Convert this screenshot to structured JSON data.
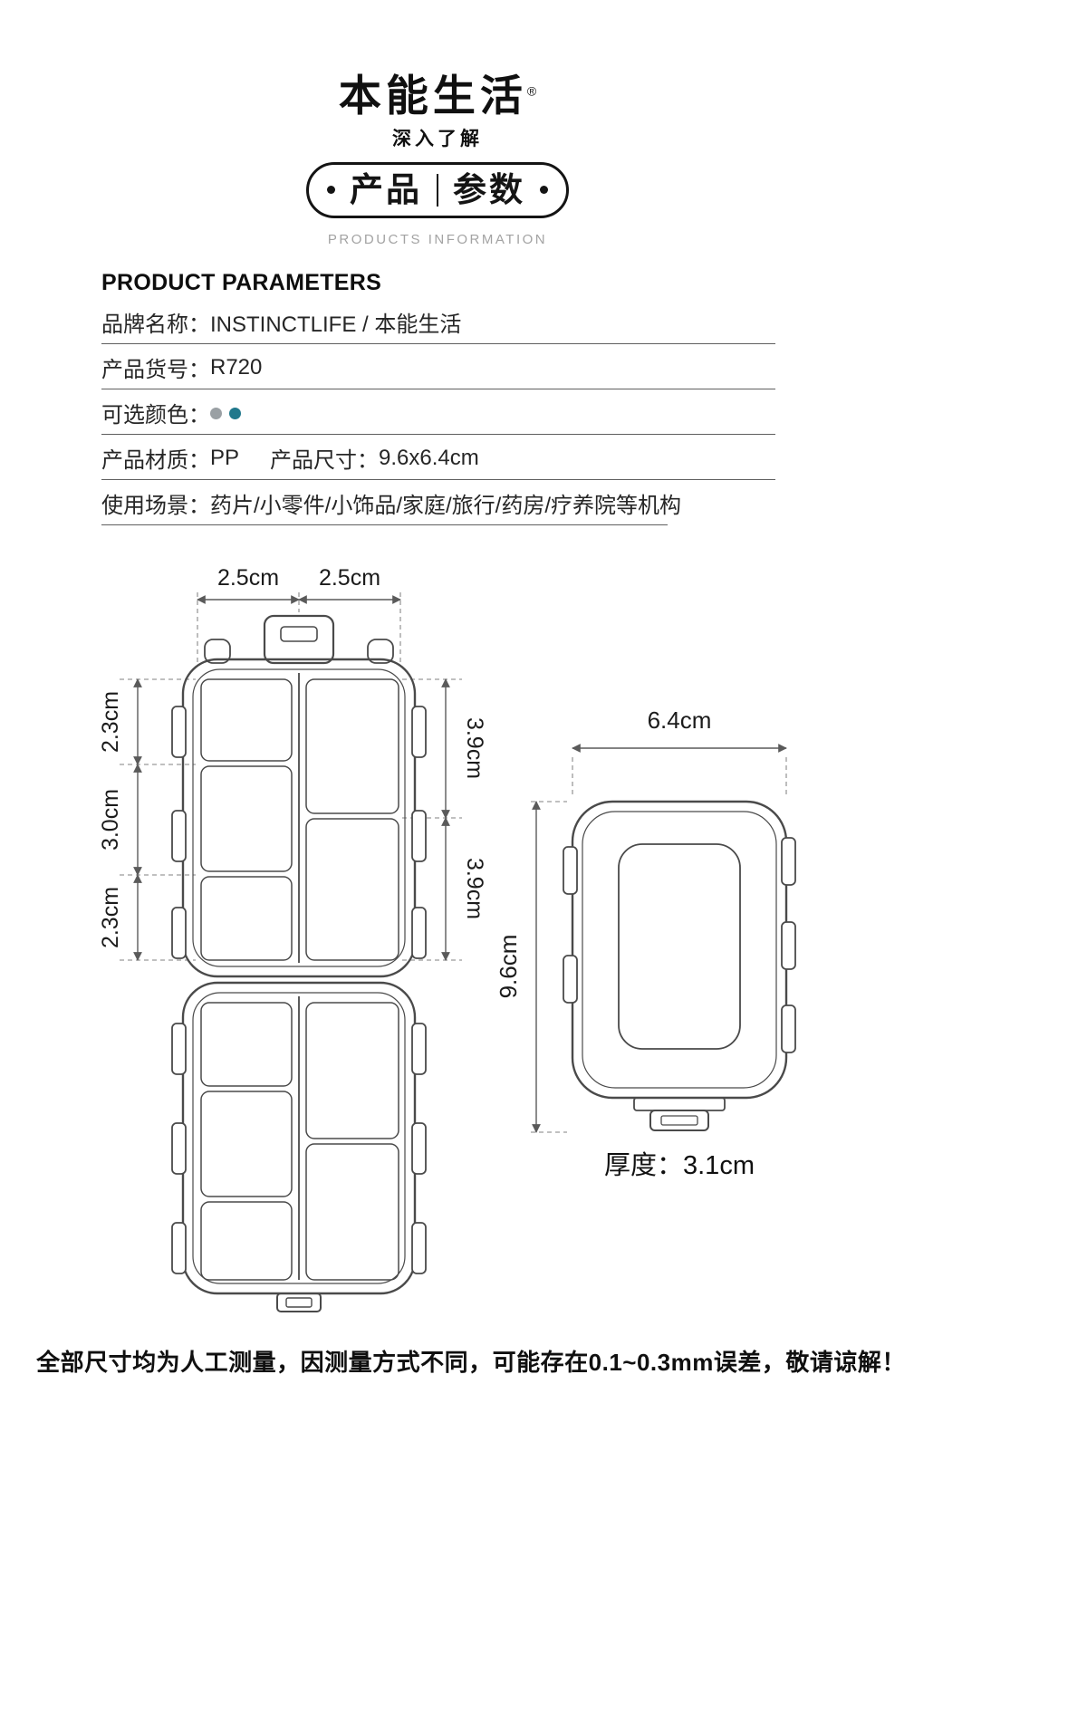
{
  "header": {
    "logo": "本能生活",
    "reg_mark": "®",
    "tagline": "深入了解",
    "badge": {
      "left": "产品",
      "right": "参数"
    },
    "subtitle": "PRODUCTS INFORMATION"
  },
  "params": {
    "title": "PRODUCT PARAMETERS",
    "brand_label": "品牌名称：",
    "brand_value": "INSTINCTLIFE / 本能生活",
    "sku_label": "产品货号：",
    "sku_value": "R720",
    "color_label": "可选颜色：",
    "material_label": "产品材质：",
    "material_value": "PP",
    "size_label": "产品尺寸：",
    "size_value": "9.6x6.4cm",
    "scene_label": "使用场景：",
    "scene_value": "药片/小零件/小饰品/家庭/旅行/药房/疗养院等机构",
    "swatches": [
      "#9aa0a4",
      "#20788c"
    ]
  },
  "diagram": {
    "front": {
      "top_dim_1": "2.5cm",
      "top_dim_2": "2.5cm",
      "left_dim_1": "2.3cm",
      "left_dim_2": "3.0cm",
      "left_dim_3": "2.3cm",
      "right_dim_1": "3.9cm",
      "right_dim_2": "3.9cm"
    },
    "top": {
      "width_dim": "6.4cm",
      "height_dim": "9.6cm",
      "thickness": "厚度：3.1cm"
    }
  },
  "footer": {
    "note": "全部尺寸均为人工测量，因测量方式不同，可能存在0.1~0.3mm误差，敬请谅解！"
  }
}
